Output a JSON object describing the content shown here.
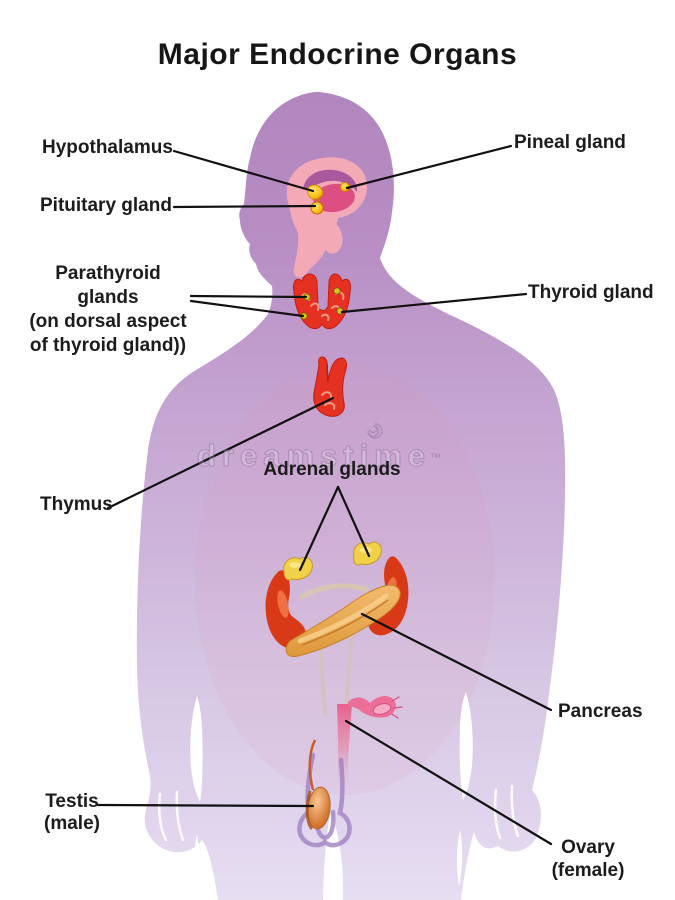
{
  "title": "Major Endocrine Organs",
  "watermark": {
    "text": "dreamstime",
    "mark": "™"
  },
  "labels": {
    "hypothalamus": "Hypothalamus",
    "pituitary": "Pituitary gland",
    "pineal": "Pineal gland",
    "parathyroid": {
      "line1": "Parathyroid glands",
      "line2": "(on dorsal aspect",
      "line3": "of thyroid gland))"
    },
    "thyroid": "Thyroid gland",
    "thymus": "Thymus",
    "adrenal": "Adrenal glands",
    "pancreas": "Pancreas",
    "testis": {
      "line1": "Testis",
      "line2": "(male)"
    },
    "ovary": {
      "line1": "Ovary",
      "line2": "(female)"
    }
  },
  "colors": {
    "background": "#ffffff",
    "body_top": "#b286bf",
    "body_bottom": "#e7def2",
    "organ_red": "#e53122",
    "gland_gold": "#f6c216",
    "kidney_red": "#d83a17",
    "pancreas_tan": "#e9a94f",
    "uterus_pink": "#e8618d",
    "testis_orange": "#d4762f",
    "leader_line": "#111111",
    "label_text": "#1c1c1c"
  }
}
